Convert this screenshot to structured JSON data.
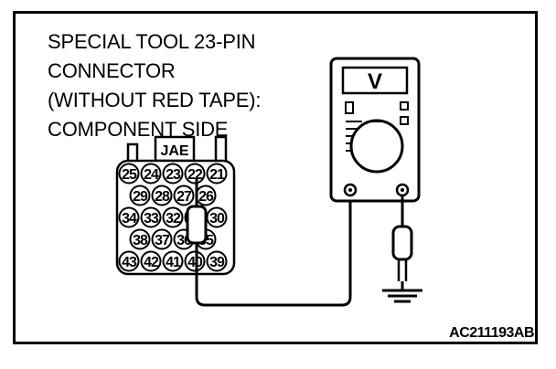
{
  "caption": {
    "lines": [
      "SPECIAL TOOL 23-PIN",
      "CONNECTOR",
      "(WITHOUT RED TAPE):",
      "COMPONENT SIDE"
    ]
  },
  "connector": {
    "brand": "JAE",
    "rows": [
      [
        "25",
        "24",
        "23",
        "22",
        "21"
      ],
      [
        "29",
        "28",
        "27",
        "26"
      ],
      [
        "34",
        "33",
        "32",
        "31",
        "30"
      ],
      [
        "38",
        "37",
        "36",
        "35"
      ],
      [
        "43",
        "42",
        "41",
        "40",
        "39"
      ]
    ]
  },
  "meter": {
    "unit_symbol": "V"
  },
  "figure_id": "AC211193AB"
}
